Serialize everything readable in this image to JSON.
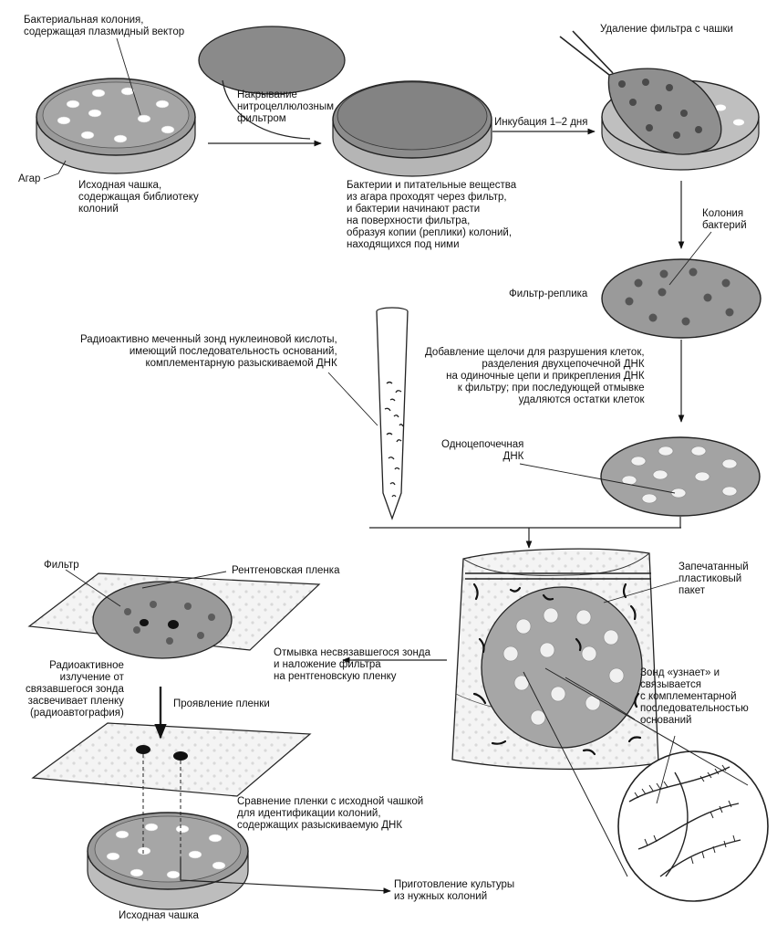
{
  "labels": {
    "bacterial_colony": "Бактериальная колония,\nсодержащая плазмидный вектор",
    "covering": "Накрывание\nнитроцеллюлозным\nфильтром",
    "filter_removal": "Удаление фильтра с чашки",
    "agar": "Агар",
    "source_dish_library": "Исходная чашка,\nсодержащая библиотеку\nколоний",
    "incubation": "Инкубация 1–2 дня",
    "bacteria_pass": "Бактерии и питательные вещества\nиз агара проходят через фильтр,\nи бактерии начинают расти\nна поверхности фильтра,\nобразуя копии (реплики) колоний,\nнаходящихся под ними",
    "bacteria_colonies": "Колония\nбактерий",
    "filter_replica": "Фильтр-реплика",
    "probe": "Радиоактивно меченный зонд нуклеиновой кислоты,\nимеющий последовательность оснований,\nкомплементарную разыскиваемой ДНК",
    "alkali": "Добавление щелочи для разрушения клеток,\nразделения двухцепочечной ДНК\nна одиночные цепи и прикрепления ДНК\nк фильтру; при последующей отмывке\nудаляются остатки клеток",
    "single_strand": "Одноцепочечная\nДНК",
    "filter": "Фильтр",
    "xray_film": "Рентгеновская пленка",
    "sealed_bag": "Запечатанный\nпластиковый\nпакет",
    "radioactive": "Радиоактивное\nизлучение от\nсвязавшегося зонда\nзасвечивает пленку\n(радиоавтография)",
    "wash": "Отмывка несвязавшегося зонда\nи наложение фильтра\nна рентгеновскую пленку",
    "probe_recognizes": "Зонд «узнает» и\nсвязывается\nс комплементарной\nпоследовательностью\nоснований",
    "developing": "Проявление пленки",
    "compare": "Сравнение пленки с исходной чашкой\nдля идентификации колоний,\nсодержащих разыскиваемую ДНК",
    "culture": "Приготовление культуры\nиз нужных колоний",
    "source_dish": "Исходная чашка"
  }
}
